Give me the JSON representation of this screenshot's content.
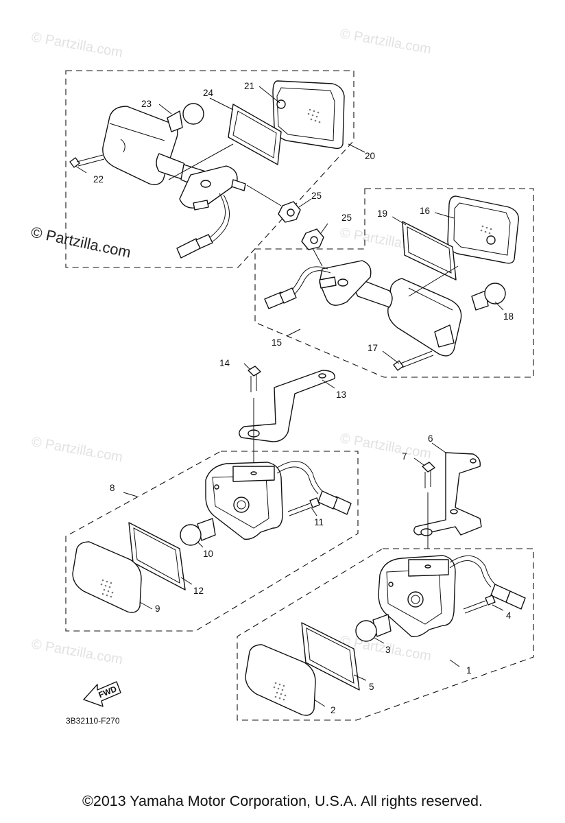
{
  "watermark": "© Partzilla.com",
  "diagram_code": "3B32110-F270",
  "fwd_label": "FWD",
  "copyright": "©2013  Yamaha Motor Corporation, U.S.A. All rights reserved.",
  "callouts": [
    "1",
    "2",
    "3",
    "4",
    "5",
    "6",
    "7",
    "8",
    "9",
    "10",
    "11",
    "12",
    "13",
    "14",
    "15",
    "16",
    "17",
    "18",
    "19",
    "20",
    "21",
    "22",
    "23",
    "24",
    "25",
    "25"
  ]
}
